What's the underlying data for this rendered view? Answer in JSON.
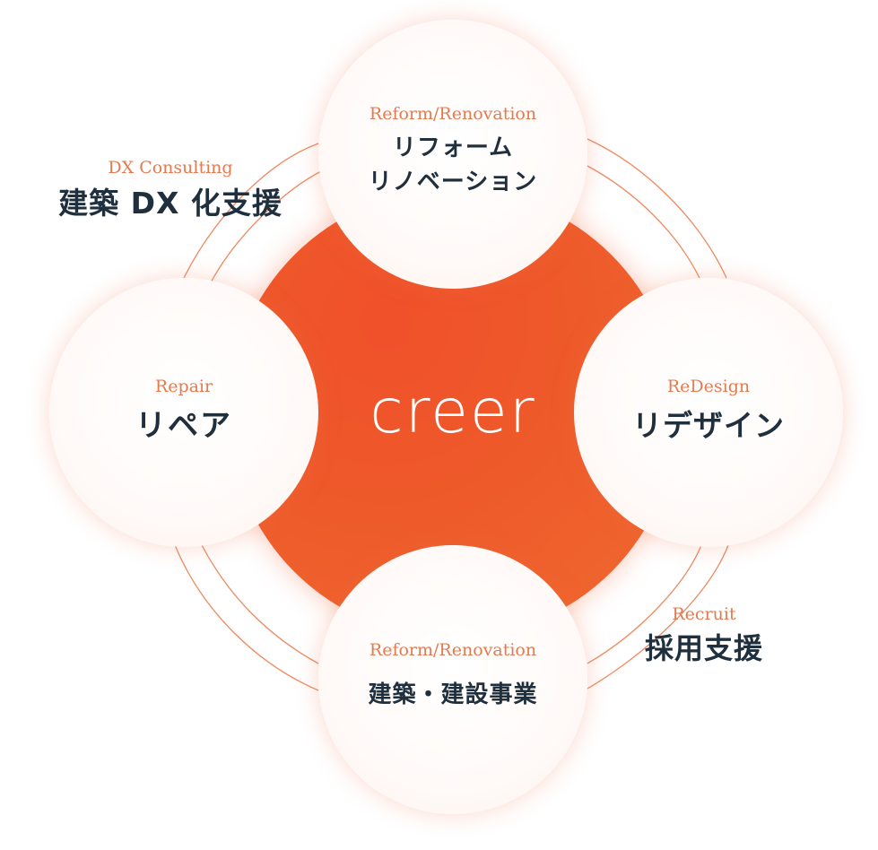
{
  "center": {
    "label": "creer"
  },
  "nodes": {
    "top": {
      "en": "Reform/Renovation",
      "ja_line1": "リフォーム",
      "ja_line2": "リノベーション"
    },
    "left": {
      "en": "Repair",
      "ja": "リペア"
    },
    "right": {
      "en": "ReDesign",
      "ja": "リデザイン"
    },
    "bottom": {
      "en": "Reform/Renovation",
      "ja": "建築・建設事業"
    }
  },
  "side_labels": {
    "dx": {
      "en": "DX Consulting",
      "ja": "建築 DX 化支援"
    },
    "recruit": {
      "en": "Recruit",
      "ja": "採用支援"
    }
  },
  "colors": {
    "accent": "#ee5a2a",
    "english_text": "#e47a4f",
    "japanese_text": "#1f2f3d",
    "arc_line": "#ef8a62"
  }
}
